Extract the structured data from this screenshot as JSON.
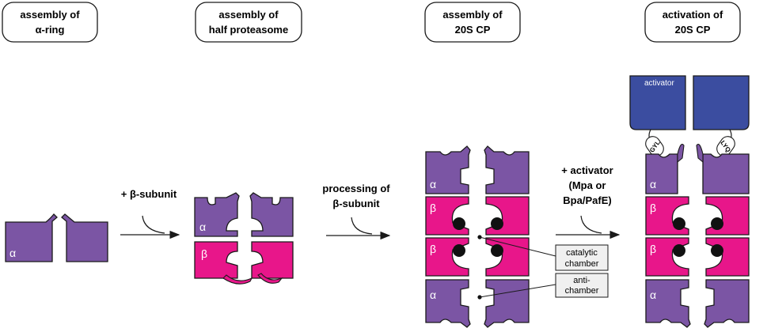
{
  "colors": {
    "alpha": "#7B55A4",
    "beta": "#E8168A",
    "activator": "#3B4DA0",
    "outline": "#1a1a1a",
    "activator_text": "#ffffff",
    "callout_fill": "#f0f0f0"
  },
  "stages": [
    {
      "line1": "assembly of",
      "line2": "α-ring"
    },
    {
      "line1": "assembly of",
      "line2": "half proteasome"
    },
    {
      "line1": "assembly of",
      "line2": "20S CP"
    },
    {
      "line1": "activation of",
      "line2": "20S CP"
    }
  ],
  "steps": [
    {
      "line1": "+ β-subunit",
      "line2": "",
      "line3": ""
    },
    {
      "line1": "processing of",
      "line2": "β-subunit",
      "line3": ""
    },
    {
      "line1": "+ activator",
      "line2": "(Mpa or",
      "line3": "Bpa/PafE)"
    }
  ],
  "labels": {
    "alpha": "α",
    "beta": "β",
    "activator": "activator",
    "motif_left": "GYL",
    "motif_right": "LYQ"
  },
  "callouts": [
    {
      "line1": "catalytic",
      "line2": "chamber"
    },
    {
      "line1": "anti-",
      "line2": "chamber"
    }
  ]
}
